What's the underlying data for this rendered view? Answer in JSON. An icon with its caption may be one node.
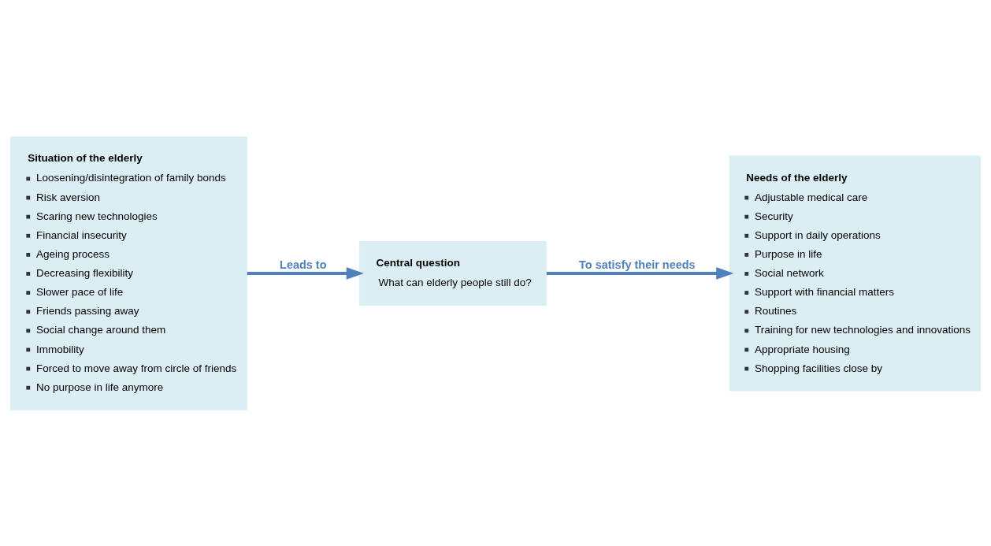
{
  "diagram": {
    "nodes": [
      {
        "text": [
          "Situation of the elderly",
          "Loosening/disintegration of family bonds",
          "Risk aversion",
          "Scaring new technologies",
          "Financial insecurity",
          "Ageing process",
          "Decreasing flexibility",
          "Slower pace of life",
          "Friends passing away",
          "Social change around them",
          "Immobility",
          "Forced to move away from circle of friends",
          "No purpose in life anymore"
        ]
      },
      {
        "text": [
          "Central question",
          "What can elderly people still do?"
        ]
      },
      {
        "text": [
          "Needs of the elderly",
          "Adjustable medical care",
          "Security",
          "Support in daily operations",
          "Purpose in life",
          "Social network",
          "Support with financial matters",
          "Routines",
          "Training for new technologies and innovations",
          "Appropriate housing",
          "Shopping facilities close by"
        ]
      }
    ],
    "edges": [
      {
        "from": 0,
        "to": 1,
        "arrow": "to",
        "label": "Leads to"
      },
      {
        "from": 1,
        "to": 2,
        "arrow": "to",
        "label": "To satisfy their needs"
      }
    ]
  }
}
